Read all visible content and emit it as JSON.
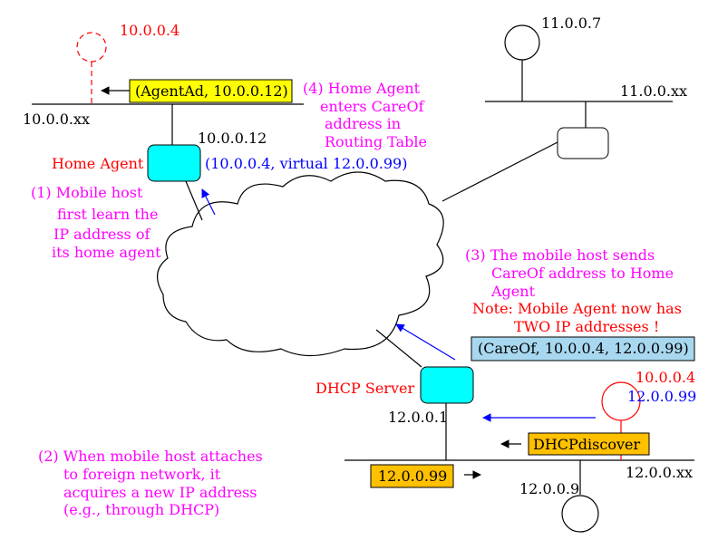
{
  "colors": {
    "ip_red": "#ff0000",
    "ip_blue": "#0000ff",
    "note_magenta": "#ff00ff",
    "router_cyan": "#00ffff",
    "label_yellow": "#ffff00",
    "label_orange": "#ffc000",
    "label_lightblue": "#a8d8f0"
  },
  "icons": [
    "cloud-icon",
    "router-icon",
    "host-icon",
    "arrow-icon"
  ],
  "home_network": {
    "host_ip": "10.0.0.4",
    "net_label": "10.0.0.xx",
    "agent_ad_label": "(AgentAd, 10.0.0.12)",
    "home_agent_ip": "10.0.0.12",
    "home_agent_label": "Home Agent",
    "routing_entry": "(10.0.0.4,  virtual 12.0.0.99)"
  },
  "right_network": {
    "host_ip": "11.0.0.7",
    "net_label": "11.0.0.xx"
  },
  "foreign_network": {
    "dhcp_label": "DHCP Server",
    "dhcp_ip": "12.0.0.1",
    "mobile_old_ip": "10.0.0.4",
    "mobile_new_ip": "12.0.0.99",
    "dhcp_discover_label": "DHCPdiscover",
    "assigned_ip_label": "12.0.0.99",
    "net_label": "12.0.0.xx",
    "host_ip": "12.0.0.9",
    "careof_label": "(CareOf, 10.0.0.4, 12.0.0.99)"
  },
  "notes": {
    "step1": [
      "(1) Mobile host",
      "first learn the",
      "IP address of",
      "its home agent"
    ],
    "step2": [
      "(2) When mobile host attaches",
      "to foreign network, it",
      "acquires a new IP address",
      "(e.g., through DHCP)"
    ],
    "step3": [
      "(3) The mobile host sends",
      "CareOf address to Home",
      "Agent"
    ],
    "step3_note": [
      "Note: Mobile Agent now has",
      "TWO IP addresses !"
    ],
    "step4": [
      "(4) Home Agent",
      "enters CareOf",
      "address in",
      "Routing Table"
    ]
  }
}
